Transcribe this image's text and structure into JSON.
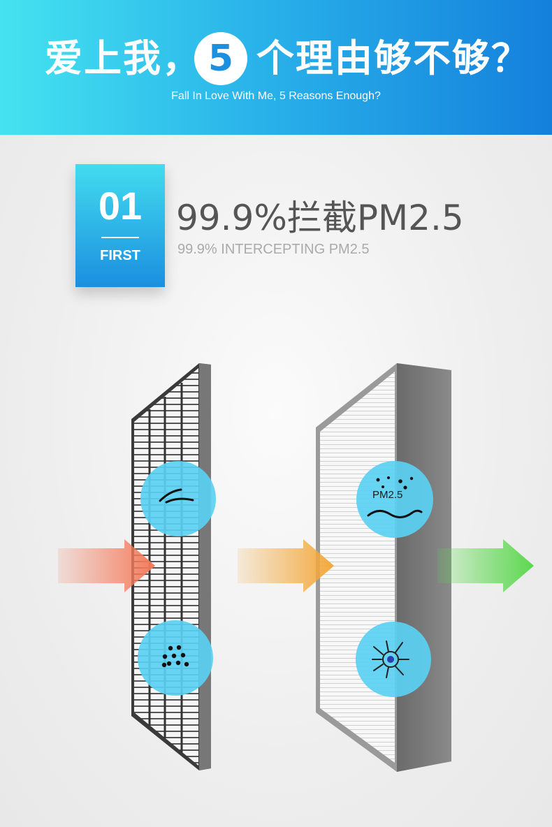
{
  "header": {
    "title_before": "爱上我，",
    "title_number": "5",
    "title_after": "个理由够不够？",
    "subtitle": "Fall In Love With Me, 5 Reasons Enough?"
  },
  "feature": {
    "number": "01",
    "order_label": "FIRST",
    "title": "99.9%拦截PM2.5",
    "subtitle": "99.9% INTERCEPTING PM2.5"
  },
  "icons": {
    "prefilter_top": "hair-icon",
    "prefilter_bottom": "dust-particles-icon",
    "hepa_top": "pm25-icon",
    "hepa_top_label": "PM2.5",
    "hepa_bottom": "bacteria-icon"
  },
  "colors": {
    "banner_start": "#45e3f0",
    "banner_end": "#1480dc",
    "arrow_red": "#f47a5a",
    "arrow_orange": "#f3a83c",
    "arrow_green": "#5cd84e",
    "icon_circle": "#5ad0f2"
  }
}
